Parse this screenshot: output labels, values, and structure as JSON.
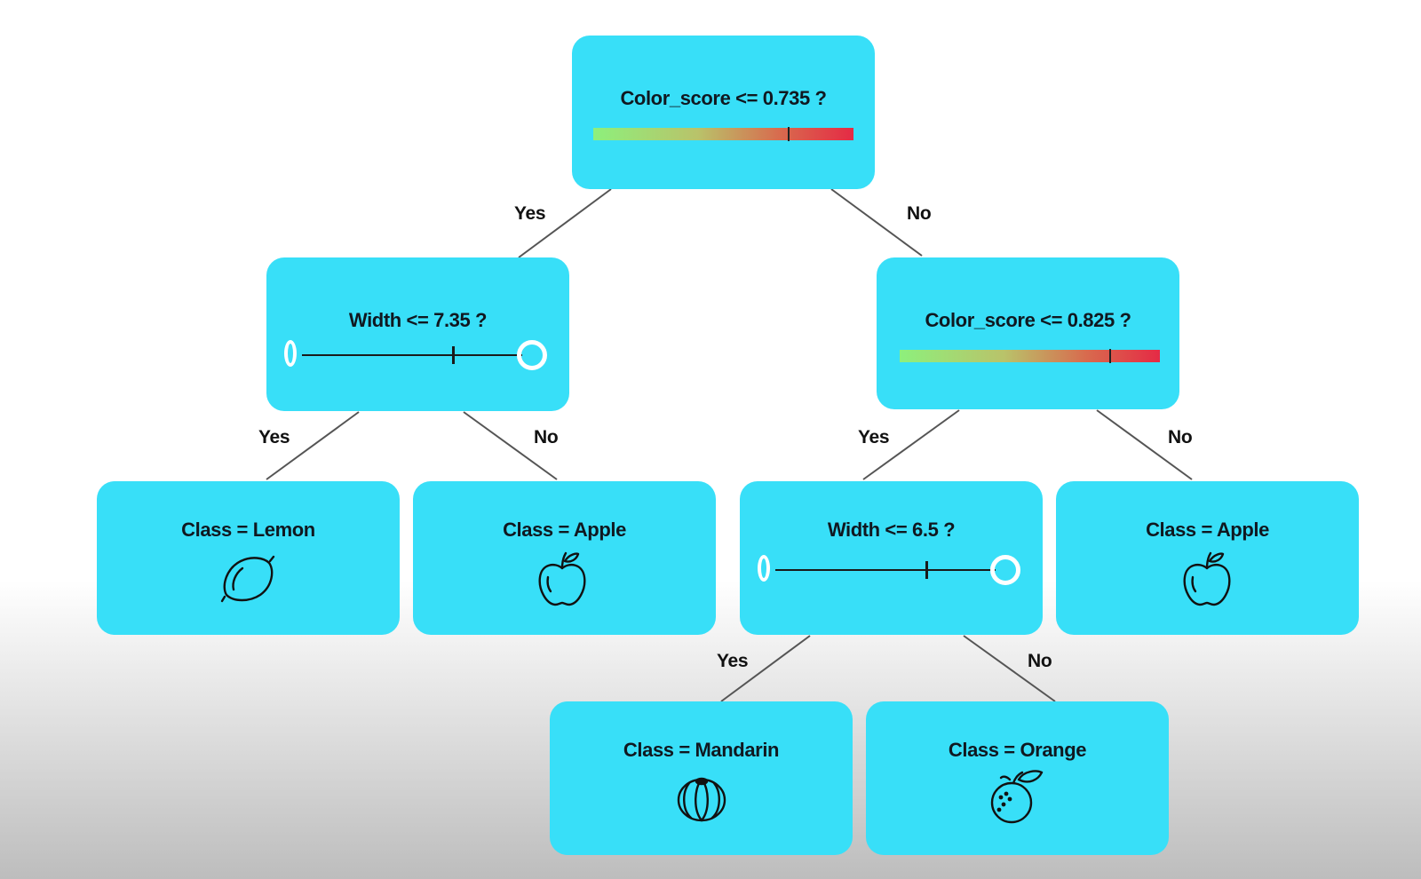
{
  "root": {
    "question": "Color_score <= 0.735 ?",
    "visual": "color-gradient-bar",
    "threshold_marker": 0.75
  },
  "left_branch": {
    "edge_label": "Yes",
    "question": "Width <= 7.35 ?",
    "visual": "range-slider",
    "threshold_marker": 0.6,
    "yes": {
      "edge_label": "Yes",
      "label": "Class = Lemon",
      "icon": "lemon-icon"
    },
    "no": {
      "edge_label": "No",
      "label": "Class = Apple",
      "icon": "apple-icon"
    }
  },
  "right_branch": {
    "edge_label": "No",
    "question": "Color_score <= 0.825 ?",
    "visual": "color-gradient-bar",
    "threshold_marker": 0.81,
    "yes": {
      "edge_label": "Yes",
      "question": "Width <= 6.5 ?",
      "visual": "range-slider",
      "threshold_marker": 0.6,
      "yes": {
        "edge_label": "Yes",
        "label": "Class = Mandarin",
        "icon": "mandarin-icon"
      },
      "no": {
        "edge_label": "No",
        "label": "Class = Orange",
        "icon": "orange-icon"
      }
    },
    "no": {
      "edge_label": "No",
      "label": "Class = Apple",
      "icon": "apple-icon"
    }
  },
  "colors": {
    "node_fill": "#38dff8",
    "edge": "#555555",
    "gradient_start": "#8df07c",
    "gradient_end": "#e52a45"
  }
}
